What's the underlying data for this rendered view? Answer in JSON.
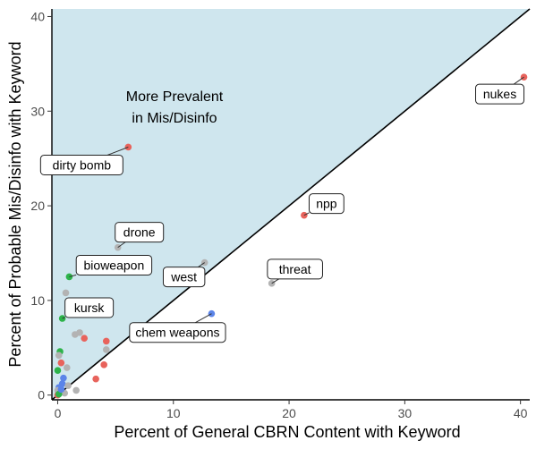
{
  "chart_data": {
    "type": "scatter",
    "xlabel": "Percent of General CBRN Content with Keyword",
    "ylabel": "Percent of Probable Mis/Disinfo with Keyword",
    "xlim": [
      -0.5,
      40.8
    ],
    "ylim": [
      -0.5,
      40.8
    ],
    "x_ticks": [
      0,
      10,
      20,
      30,
      40
    ],
    "y_ticks": [
      0,
      10,
      20,
      30,
      40
    ],
    "grid": false,
    "reference_line": "y = x",
    "shaded_region_label_lines": [
      "More Prevalent",
      "in Mis/Disinfo"
    ],
    "shaded_region_color": "#cfe6ee",
    "colors": {
      "red": "#e8635c",
      "green": "#2db34a",
      "blue": "#5b84e8",
      "gray": "#b3b3b3"
    },
    "points": [
      {
        "x": 40.3,
        "y": 33.6,
        "color": "red",
        "label": "nukes"
      },
      {
        "x": 6.1,
        "y": 26.2,
        "color": "red",
        "label": "dirty bomb"
      },
      {
        "x": 21.3,
        "y": 19.0,
        "color": "red",
        "label": "npp"
      },
      {
        "x": 5.2,
        "y": 15.6,
        "color": "gray",
        "label": "drone"
      },
      {
        "x": 1.0,
        "y": 12.5,
        "color": "green",
        "label": "bioweapon"
      },
      {
        "x": 12.7,
        "y": 14.0,
        "color": "gray",
        "label": "west"
      },
      {
        "x": 18.5,
        "y": 11.8,
        "color": "gray",
        "label": "threat"
      },
      {
        "x": 0.4,
        "y": 8.1,
        "color": "green",
        "label": "kursk"
      },
      {
        "x": 13.3,
        "y": 8.6,
        "color": "blue",
        "label": "chem weapons"
      },
      {
        "x": 0.7,
        "y": 10.8,
        "color": "gray",
        "label": ""
      },
      {
        "x": 1.5,
        "y": 6.4,
        "color": "gray",
        "label": ""
      },
      {
        "x": 1.9,
        "y": 6.6,
        "color": "gray",
        "label": ""
      },
      {
        "x": 2.3,
        "y": 6.0,
        "color": "red",
        "label": ""
      },
      {
        "x": 4.2,
        "y": 5.7,
        "color": "red",
        "label": ""
      },
      {
        "x": 4.2,
        "y": 4.8,
        "color": "gray",
        "label": ""
      },
      {
        "x": 0.2,
        "y": 4.6,
        "color": "green",
        "label": ""
      },
      {
        "x": 0.1,
        "y": 4.2,
        "color": "gray",
        "label": ""
      },
      {
        "x": 0.3,
        "y": 3.4,
        "color": "red",
        "label": ""
      },
      {
        "x": 4.0,
        "y": 3.2,
        "color": "red",
        "label": ""
      },
      {
        "x": 0.8,
        "y": 2.9,
        "color": "gray",
        "label": ""
      },
      {
        "x": 0.0,
        "y": 2.6,
        "color": "green",
        "label": ""
      },
      {
        "x": 3.3,
        "y": 1.7,
        "color": "red",
        "label": ""
      },
      {
        "x": 0.5,
        "y": 1.8,
        "color": "blue",
        "label": ""
      },
      {
        "x": 0.4,
        "y": 1.2,
        "color": "blue",
        "label": ""
      },
      {
        "x": 0.9,
        "y": 1.0,
        "color": "gray",
        "label": ""
      },
      {
        "x": 1.6,
        "y": 0.5,
        "color": "gray",
        "label": ""
      },
      {
        "x": 0.1,
        "y": 0.8,
        "color": "blue",
        "label": ""
      },
      {
        "x": 0.0,
        "y": 0.5,
        "color": "gray",
        "label": ""
      },
      {
        "x": 0.2,
        "y": 0.3,
        "color": "gray",
        "label": ""
      },
      {
        "x": 0.6,
        "y": 0.2,
        "color": "gray",
        "label": ""
      },
      {
        "x": 0.0,
        "y": 0.0,
        "color": "red",
        "label": ""
      },
      {
        "x": 0.1,
        "y": 0.1,
        "color": "green",
        "label": ""
      },
      {
        "x": 0.3,
        "y": 0.6,
        "color": "blue",
        "label": ""
      }
    ]
  }
}
